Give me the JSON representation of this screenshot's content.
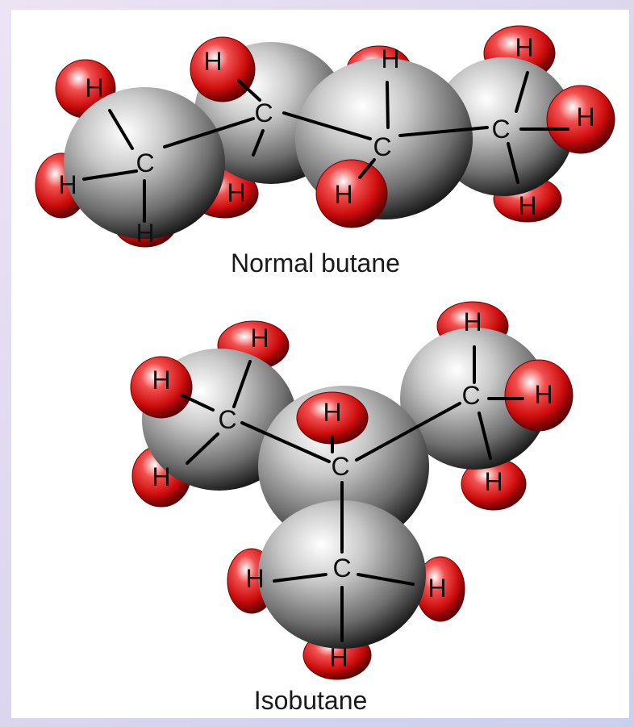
{
  "captions": {
    "normal": "Normal butane",
    "iso": "Isobutane"
  },
  "atoms": {
    "carbon_symbol": "C",
    "hydrogen_symbol": "H"
  },
  "colors": {
    "carbon": "#9a9a9a",
    "hydrogen": "#d40f0f",
    "bond": "#000000",
    "background": "#ffffff"
  },
  "molecules": [
    {
      "name": "Normal butane",
      "formula_atoms": {
        "C": 4,
        "H": 10
      }
    },
    {
      "name": "Isobutane",
      "formula_atoms": {
        "C": 4,
        "H": 10
      }
    }
  ]
}
